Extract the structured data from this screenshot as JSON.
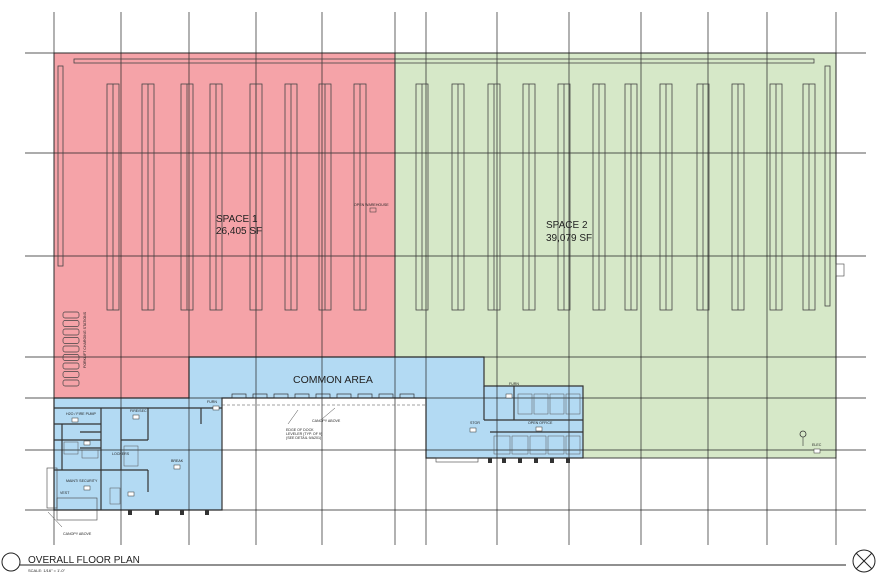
{
  "spaces": [
    {
      "name": "SPACE 1",
      "area": "26,405 SF",
      "color": "#f5a3a8"
    },
    {
      "name": "SPACE 2",
      "area": "39,079 SF",
      "color": "#d6e8c8"
    }
  ],
  "common_area": {
    "label": "COMMON AREA",
    "color": "#b3daf3"
  },
  "room_labels": {
    "open_warehouse": "OPEN WAREHOUSE",
    "h2o_fire_pump": "H2O / FIRE PUMP",
    "fire_sec": "FIRE/SEC",
    "furn_1": "FURN",
    "furn_2": "FURN",
    "lockers": "LOCKERS",
    "break": "BREAK",
    "maint_security": "MAINT/ SECURITY",
    "vest": "VEST",
    "canopy_above_1": "CANOPY ABOVE",
    "canopy_above_2": "CANOPY ABOVE",
    "edge_of_dock_1": "EDGE OF DOCK",
    "edge_of_dock_2": "LEVELER (TYP. OF 9)",
    "edge_of_dock_3": "(SEE DETAIL 9/A201)",
    "stor": "STOR",
    "open_office": "OPEN OFFICE",
    "elec": "ELEC",
    "charging_stations": "FORKLIFT CHARGING STATIONS"
  },
  "title_block": {
    "title": "OVERALL FLOOR PLAN",
    "scale": "SCALE: 1/16\" = 1'-0\""
  },
  "colors": {
    "line": "#222222",
    "background": "#ffffff"
  }
}
